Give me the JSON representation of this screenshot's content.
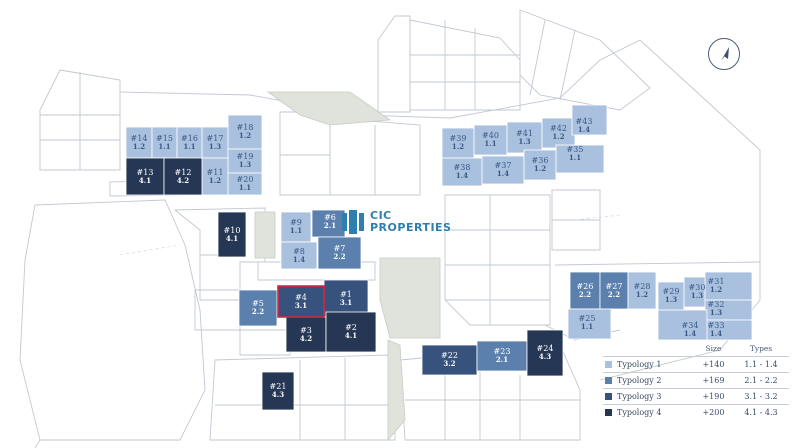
{
  "logo": {
    "line1": "CIC",
    "line2": "PROPERTIES"
  },
  "colors": {
    "t1": "#a9c0df",
    "t2": "#5b80ae",
    "t3": "#36527d",
    "t4": "#253754",
    "selected": "#d7263d"
  },
  "icons": {
    "compass": "north-arrow-icon",
    "logo": "cic-logo-icon"
  },
  "plots": [
    {
      "num": "#14",
      "typ": "1.2",
      "t": 1
    },
    {
      "num": "#15",
      "typ": "1.1",
      "t": 1
    },
    {
      "num": "#16",
      "typ": "1.1",
      "t": 1
    },
    {
      "num": "#17",
      "typ": "1.3",
      "t": 1
    },
    {
      "num": "#18",
      "typ": "1.2",
      "t": 1
    },
    {
      "num": "#19",
      "typ": "1.3",
      "t": 1
    },
    {
      "num": "#20",
      "typ": "1.1",
      "t": 1
    },
    {
      "num": "#11",
      "typ": "1.2",
      "t": 1
    },
    {
      "num": "#13",
      "typ": "4.1",
      "t": 4
    },
    {
      "num": "#12",
      "typ": "4.2",
      "t": 4
    },
    {
      "num": "#10",
      "typ": "4.1",
      "t": 4
    },
    {
      "num": "#9",
      "typ": "1.1",
      "t": 1
    },
    {
      "num": "#8",
      "typ": "1.4",
      "t": 1
    },
    {
      "num": "#6",
      "typ": "2.1",
      "t": 2
    },
    {
      "num": "#7",
      "typ": "2.2",
      "t": 2
    },
    {
      "num": "#5",
      "typ": "2.2",
      "t": 2
    },
    {
      "num": "#4",
      "typ": "3.1",
      "t": 3
    },
    {
      "num": "#1",
      "typ": "3.1",
      "t": 3
    },
    {
      "num": "#3",
      "typ": "4.2",
      "t": 4
    },
    {
      "num": "#2",
      "typ": "4.1",
      "t": 4
    },
    {
      "num": "#21",
      "typ": "4.3",
      "t": 4
    },
    {
      "num": "#22",
      "typ": "3.2",
      "t": 3
    },
    {
      "num": "#23",
      "typ": "2.1",
      "t": 2
    },
    {
      "num": "#24",
      "typ": "4.3",
      "t": 4
    },
    {
      "num": "#39",
      "typ": "1.2",
      "t": 1
    },
    {
      "num": "#40",
      "typ": "1.1",
      "t": 1
    },
    {
      "num": "#41",
      "typ": "1.3",
      "t": 1
    },
    {
      "num": "#42",
      "typ": "1.2",
      "t": 1
    },
    {
      "num": "#43",
      "typ": "1.4",
      "t": 1
    },
    {
      "num": "#38",
      "typ": "1.4",
      "t": 1
    },
    {
      "num": "#37",
      "typ": "1.4",
      "t": 1
    },
    {
      "num": "#36",
      "typ": "1.2",
      "t": 1
    },
    {
      "num": "#35",
      "typ": "1.1",
      "t": 1
    },
    {
      "num": "#26",
      "typ": "2.2",
      "t": 2
    },
    {
      "num": "#27",
      "typ": "2.2",
      "t": 2
    },
    {
      "num": "#28",
      "typ": "1.2",
      "t": 1
    },
    {
      "num": "#25",
      "typ": "1.1",
      "t": 1
    },
    {
      "num": "#29",
      "typ": "1.3",
      "t": 1
    },
    {
      "num": "#30",
      "typ": "1.3",
      "t": 1
    },
    {
      "num": "#31",
      "typ": "1.2",
      "t": 1
    },
    {
      "num": "#32",
      "typ": "1.3",
      "t": 1
    },
    {
      "num": "#33",
      "typ": "1.4",
      "t": 1
    },
    {
      "num": "#34",
      "typ": "1.4",
      "t": 1
    }
  ],
  "legend": {
    "headers": [
      "Size",
      "Types"
    ],
    "rows": [
      {
        "name": "Typology 1",
        "size": "+140",
        "types": "1.1 - 1.4",
        "t": 1
      },
      {
        "name": "Typology 2",
        "size": "+169",
        "types": "2.1 - 2.2",
        "t": 2
      },
      {
        "name": "Typology 3",
        "size": "+190",
        "types": "3.1 - 3.2",
        "t": 3
      },
      {
        "name": "Typology 4",
        "size": "+200",
        "types": "4.1 - 4.3",
        "t": 4
      }
    ]
  }
}
